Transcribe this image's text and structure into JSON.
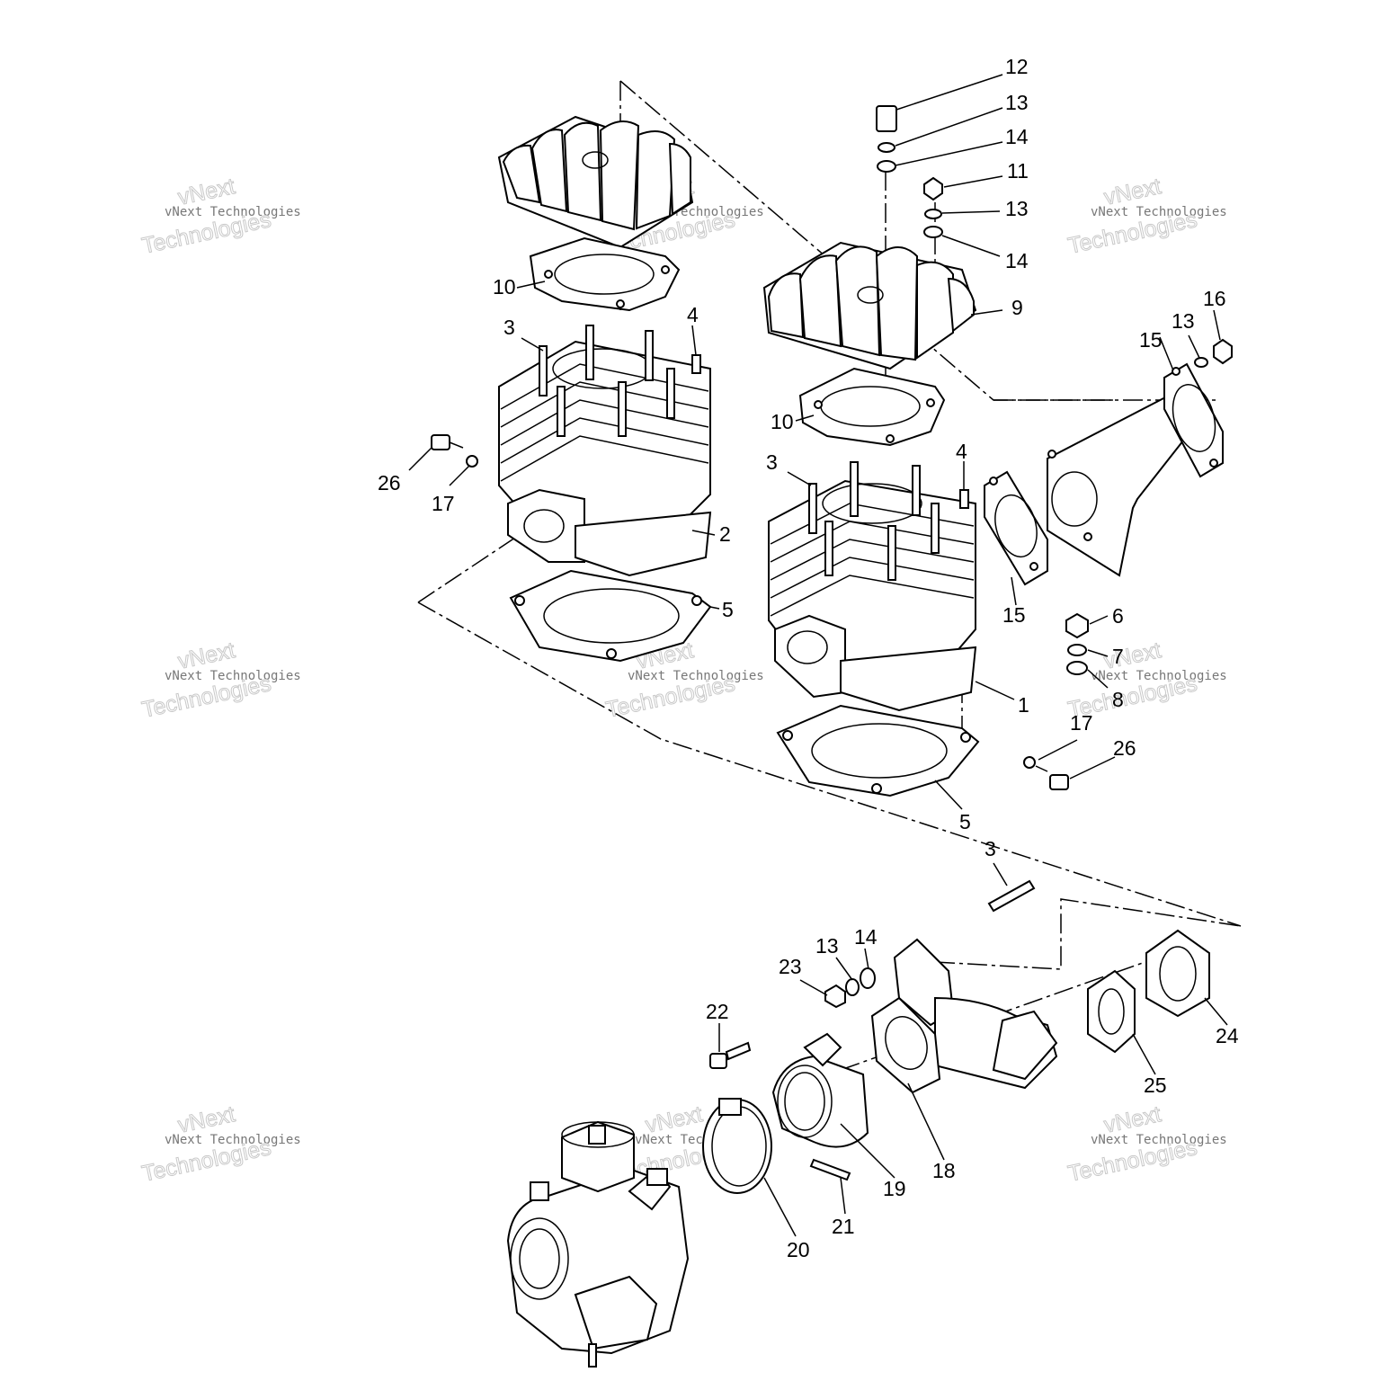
{
  "watermark": {
    "line1": "vNext",
    "line2": "vNext Technologies",
    "line3": "Technologies"
  },
  "callouts": {
    "c1": "1",
    "c2": "2",
    "c3a": "3",
    "c3b": "3",
    "c3c": "3",
    "c4a": "4",
    "c4b": "4",
    "c5a": "5",
    "c5b": "5",
    "c6": "6",
    "c7": "7",
    "c8": "8",
    "c9": "9",
    "c10a": "10",
    "c10b": "10",
    "c11": "11",
    "c12": "12",
    "c13a": "13",
    "c13b": "13",
    "c13c": "13",
    "c13d": "13",
    "c14a": "14",
    "c14b": "14",
    "c14c": "14",
    "c15a": "15",
    "c15b": "15",
    "c16": "16",
    "c17a": "17",
    "c17b": "17",
    "c18": "18",
    "c19": "19",
    "c20": "20",
    "c21": "21",
    "c22": "22",
    "c23": "23",
    "c24": "24",
    "c25": "25",
    "c26a": "26",
    "c26b": "26"
  }
}
